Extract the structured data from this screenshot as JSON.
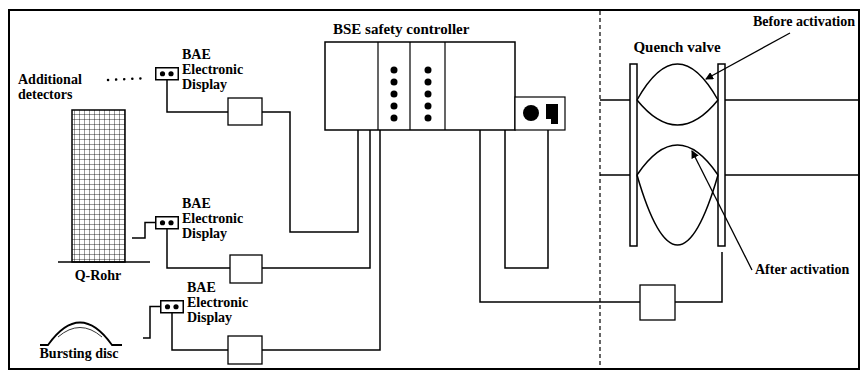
{
  "diagram": {
    "nodes": [
      {
        "text": [
          "BAE Electronic Display"
        ]
      },
      {
        "text": [
          "BSE safety controller"
        ]
      },
      {
        "text": [
          "Quench valve"
        ]
      },
      {
        "text": [
          "Q-Rohr"
        ]
      },
      {
        "text": [
          "BAE Electronic Display"
        ]
      },
      {
        "text": [
          "Bursting disc"
        ]
      },
      {
        "text": [
          "BAE Electronic Display"
        ]
      }
    ],
    "edges": [
      {
        "from": 0,
        "to": 1,
        "arrow": "none"
      },
      {
        "from": 3,
        "to": 4,
        "arrow": "none"
      },
      {
        "from": 4,
        "to": 1,
        "arrow": "none"
      },
      {
        "from": 5,
        "to": 6,
        "arrow": "none"
      },
      {
        "from": 6,
        "to": 1,
        "arrow": "none"
      },
      {
        "from": 1,
        "to": 2,
        "arrow": "none"
      }
    ],
    "labels": [
      "Additional detectors",
      "Before activation",
      "After activation"
    ]
  }
}
